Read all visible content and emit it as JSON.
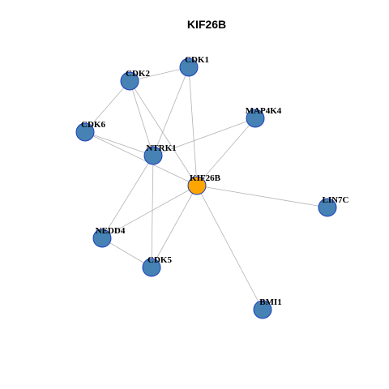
{
  "title": "KIF26B",
  "colors": {
    "center": "#ffa500",
    "neighbor": "#4682b4",
    "border": "#1f3fbf",
    "edge": "#b3b3b3"
  },
  "nodes": [
    {
      "id": "KIF26B",
      "label": "KIF26B",
      "type": "center"
    },
    {
      "id": "CDK1",
      "label": "CDK1",
      "type": "neighbor"
    },
    {
      "id": "CDK2",
      "label": "CDK2",
      "type": "neighbor"
    },
    {
      "id": "MAP4K4",
      "label": "MAP4K4",
      "type": "neighbor"
    },
    {
      "id": "CDK6",
      "label": "CDK6",
      "type": "neighbor"
    },
    {
      "id": "NTRK1",
      "label": "NTRK1",
      "type": "neighbor"
    },
    {
      "id": "LIN7C",
      "label": "LIN7C",
      "type": "neighbor"
    },
    {
      "id": "NEDD4",
      "label": "NEDD4",
      "type": "neighbor"
    },
    {
      "id": "CDK5",
      "label": "CDK5",
      "type": "neighbor"
    },
    {
      "id": "BMI1",
      "label": "BMI1",
      "type": "neighbor"
    }
  ],
  "edges": [
    [
      "CDK2",
      "CDK1"
    ],
    [
      "CDK2",
      "CDK6"
    ],
    [
      "CDK2",
      "NTRK1"
    ],
    [
      "CDK2",
      "KIF26B"
    ],
    [
      "CDK1",
      "NTRK1"
    ],
    [
      "CDK1",
      "KIF26B"
    ],
    [
      "CDK6",
      "NTRK1"
    ],
    [
      "CDK6",
      "KIF26B"
    ],
    [
      "MAP4K4",
      "NTRK1"
    ],
    [
      "MAP4K4",
      "KIF26B"
    ],
    [
      "NTRK1",
      "NEDD4"
    ],
    [
      "NTRK1",
      "CDK5"
    ],
    [
      "KIF26B",
      "LIN7C"
    ],
    [
      "KIF26B",
      "NEDD4"
    ],
    [
      "KIF26B",
      "CDK5"
    ],
    [
      "KIF26B",
      "BMI1"
    ],
    [
      "NEDD4",
      "CDK5"
    ]
  ]
}
